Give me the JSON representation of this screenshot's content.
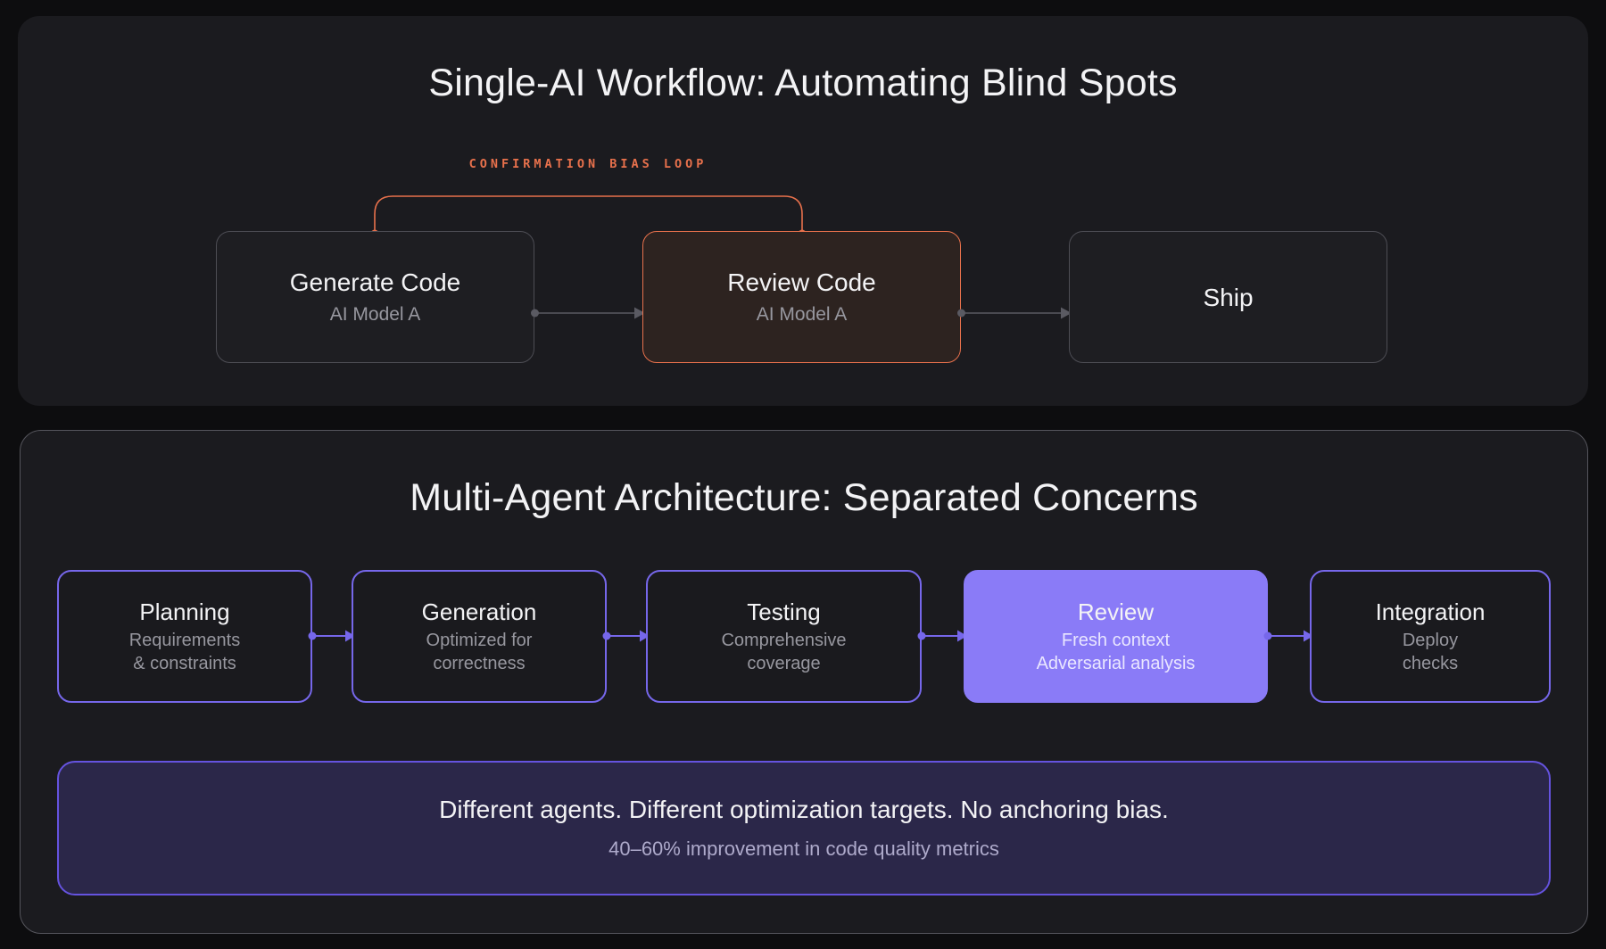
{
  "colors": {
    "page-bg": "#0d0d0f",
    "panel-bg": "#1b1b1f",
    "panel-border": "#55555c",
    "node-bg": "#1e1e22",
    "node-bg-bottom": "#1a1a1e",
    "node-border": "#4d4d54",
    "title-color": "#f3f3f5",
    "subtitle-color": "#97979f",
    "orange": "#e8714c",
    "orange-node-bg": "#2d2320",
    "gray-arrow": "#5a5a62",
    "purple": "#7667ea",
    "purple-fill": "#8a7bf7",
    "purple-subtitle": "#e9e6ff",
    "banner-bg": "#2b2749",
    "banner-border": "#6553df",
    "banner-subline": "#aeaacb"
  },
  "single_ai": {
    "title": "Single-AI Workflow: Automating Blind Spots",
    "loop_label": "CONFIRMATION BIAS LOOP",
    "nodes": [
      {
        "title": "Generate Code",
        "subtitle": "AI Model A"
      },
      {
        "title": "Review Code",
        "subtitle": "AI Model A"
      },
      {
        "title": "Ship",
        "subtitle": ""
      }
    ]
  },
  "multi_agent": {
    "title": "Multi-Agent Architecture: Separated Concerns",
    "nodes": [
      {
        "title": "Planning",
        "line1": "Requirements",
        "line2": "& constraints"
      },
      {
        "title": "Generation",
        "line1": "Optimized for",
        "line2": "correctness"
      },
      {
        "title": "Testing",
        "line1": "Comprehensive",
        "line2": "coverage"
      },
      {
        "title": "Review",
        "line1": "Fresh context",
        "line2": "Adversarial analysis"
      },
      {
        "title": "Integration",
        "line1": "Deploy",
        "line2": "checks"
      }
    ],
    "banner": {
      "headline": "Different agents. Different optimization targets. No anchoring bias.",
      "subline": "40–60% improvement in code quality metrics"
    }
  }
}
